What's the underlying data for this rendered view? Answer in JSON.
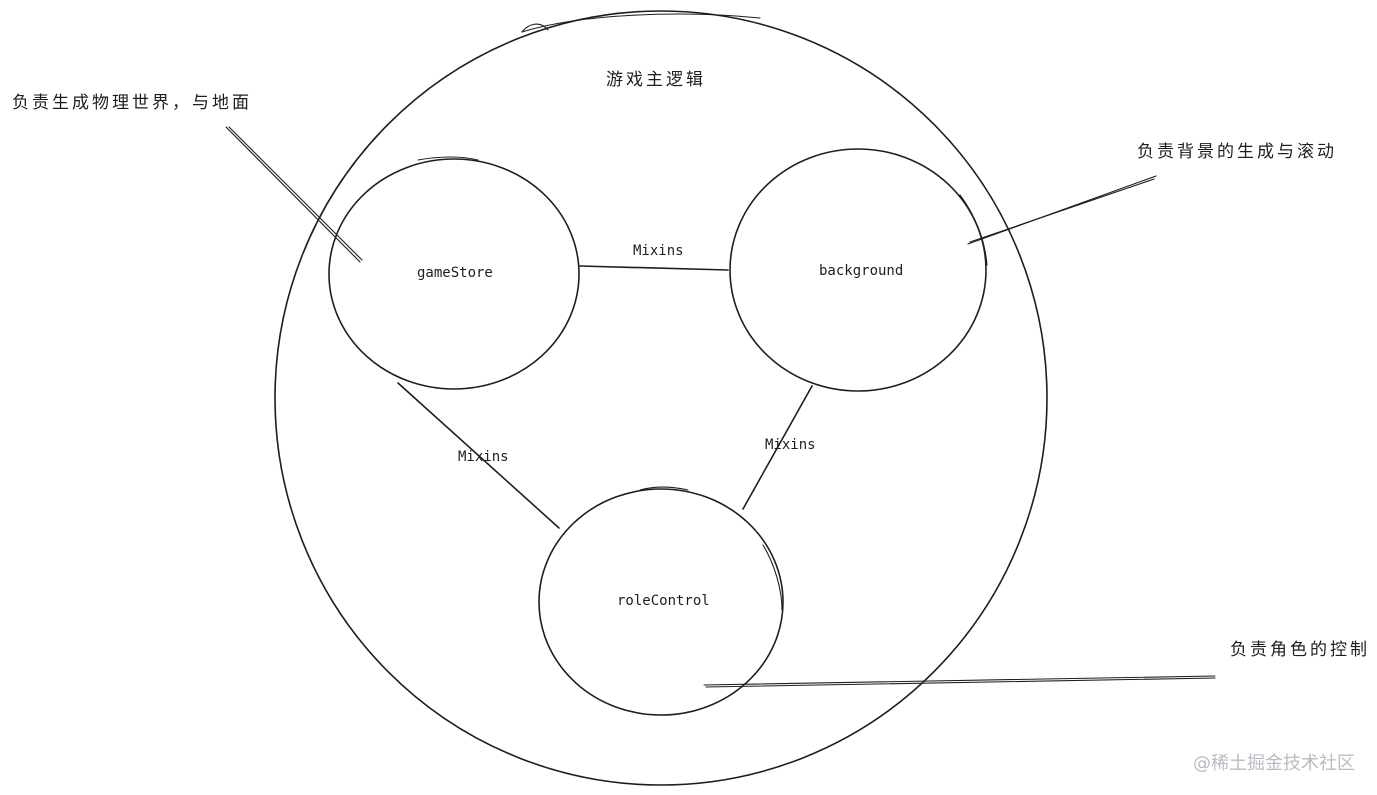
{
  "diagram": {
    "title": "游戏主逻辑",
    "nodes": [
      {
        "id": "gameStore",
        "label": "gameStore"
      },
      {
        "id": "background",
        "label": "background"
      },
      {
        "id": "roleControl",
        "label": "roleControl"
      }
    ],
    "edges": [
      {
        "from": "gameStore",
        "to": "background",
        "label": "Mixins"
      },
      {
        "from": "gameStore",
        "to": "roleControl",
        "label": "Mixins"
      },
      {
        "from": "background",
        "to": "roleControl",
        "label": "Mixins"
      }
    ],
    "annotations": [
      {
        "target": "gameStore",
        "text": "负责生成物理世界，与地面"
      },
      {
        "target": "background",
        "text": "负责背景的生成与滚动"
      },
      {
        "target": "roleControl",
        "text": "负责角色的控制"
      }
    ]
  },
  "watermark": "@稀土掘金技术社区"
}
